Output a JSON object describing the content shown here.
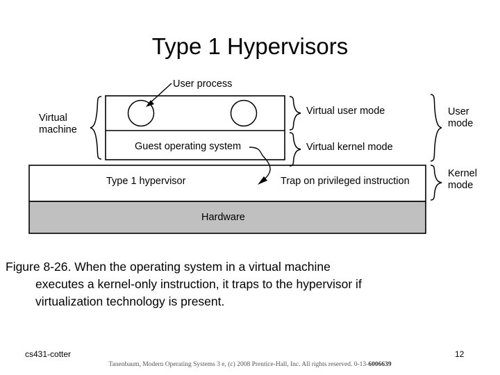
{
  "slide": {
    "title": "Type 1 Hypervisors"
  },
  "figure": {
    "labels": {
      "user_process": "User process",
      "virtual_machine": "Virtual\nmachine",
      "virtual_machine_line1": "Virtual",
      "virtual_machine_line2": "machine",
      "guest_os": "Guest operating system",
      "type1_hypervisor": "Type 1 hypervisor",
      "hardware": "Hardware",
      "virtual_user_mode": "Virtual user mode",
      "virtual_kernel_mode": "Virtual kernel mode",
      "trap": "Trap on privileged instruction",
      "user_mode_line1": "User",
      "user_mode_line2": "mode",
      "kernel_mode_line1": "Kernel",
      "kernel_mode_line2": "mode"
    },
    "colors": {
      "hardware_fill": "#c0c0c0",
      "box_fill": "#ffffff",
      "stroke": "#000000"
    }
  },
  "caption": {
    "line1": "Figure 8-26. When the operating system in a virtual machine",
    "line2": "executes a kernel-only instruction, it traps to the hypervisor if",
    "line3": "virtualization technology is present."
  },
  "footer": {
    "course": "cs431-cotter",
    "page_number": "12",
    "copyright_prefix": "Tanenbaum, Modern Operating Systems 3 e, (c) 2008 Prentice-Hall, Inc. All rights reserved. 0-13-",
    "copyright_isbn": "6006639"
  }
}
